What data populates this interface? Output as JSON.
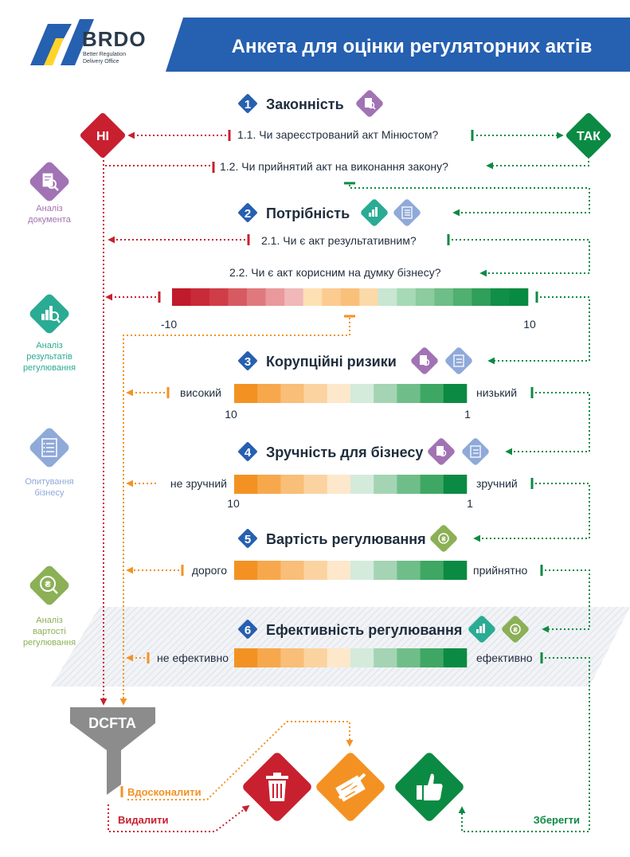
{
  "header": {
    "logo_text": "BRDO",
    "logo_sub1": "Better Regulation",
    "logo_sub2": "Delivery Office",
    "title": "Анкета для оцінки регуляторних актів"
  },
  "colors": {
    "blue": "#2660b0",
    "red": "#c8202f",
    "green": "#0b8a43",
    "orange": "#f39223",
    "purple": "#a173b4",
    "teal": "#2aab93",
    "lightblue": "#8fa9d9",
    "olive": "#8cb056"
  },
  "sidebar": {
    "doc": [
      "Аналіз",
      "документа"
    ],
    "results": [
      "Аналіз",
      "результатів",
      "регулювання"
    ],
    "survey": [
      "Опитування",
      "бізнесу"
    ],
    "cost": [
      "Аналіз",
      "вартості",
      "регулювання"
    ]
  },
  "sections": {
    "s1": {
      "num": "1",
      "title": "Законність"
    },
    "s2": {
      "num": "2",
      "title": "Потрібність"
    },
    "s3": {
      "num": "3",
      "title": "Корупційні ризики"
    },
    "s4": {
      "num": "4",
      "title": "Зручність для бізнесу"
    },
    "s5": {
      "num": "5",
      "title": "Вартість регулювання"
    },
    "s6": {
      "num": "6",
      "title": "Ефективність регулювання"
    }
  },
  "questions": {
    "q11": "1.1. Чи зареєстрований акт Мінюстом?",
    "q12": "1.2. Чи прийнятий акт на виконання закону?",
    "q21": "2.1. Чи є акт результативним?",
    "q22": "2.2. Чи є акт корисним на думку бізнесу?"
  },
  "answers": {
    "no": "НІ",
    "yes": "ТАК"
  },
  "scales": {
    "s2": {
      "min": "-10",
      "max": "10"
    },
    "s3": {
      "left": "високий",
      "right": "низький",
      "min": "10",
      "max": "1"
    },
    "s4": {
      "left": "не зручний",
      "right": "зручний",
      "min": "10",
      "max": "1"
    },
    "s5": {
      "left": "дорого",
      "right": "прийнятно"
    },
    "s6": {
      "left": "не ефективно",
      "right": "ефективно"
    }
  },
  "funnel": {
    "label": "DCFTA"
  },
  "outcomes": {
    "improve": "Вдосконалити",
    "delete": "Видалити",
    "keep": "Зберегти"
  }
}
